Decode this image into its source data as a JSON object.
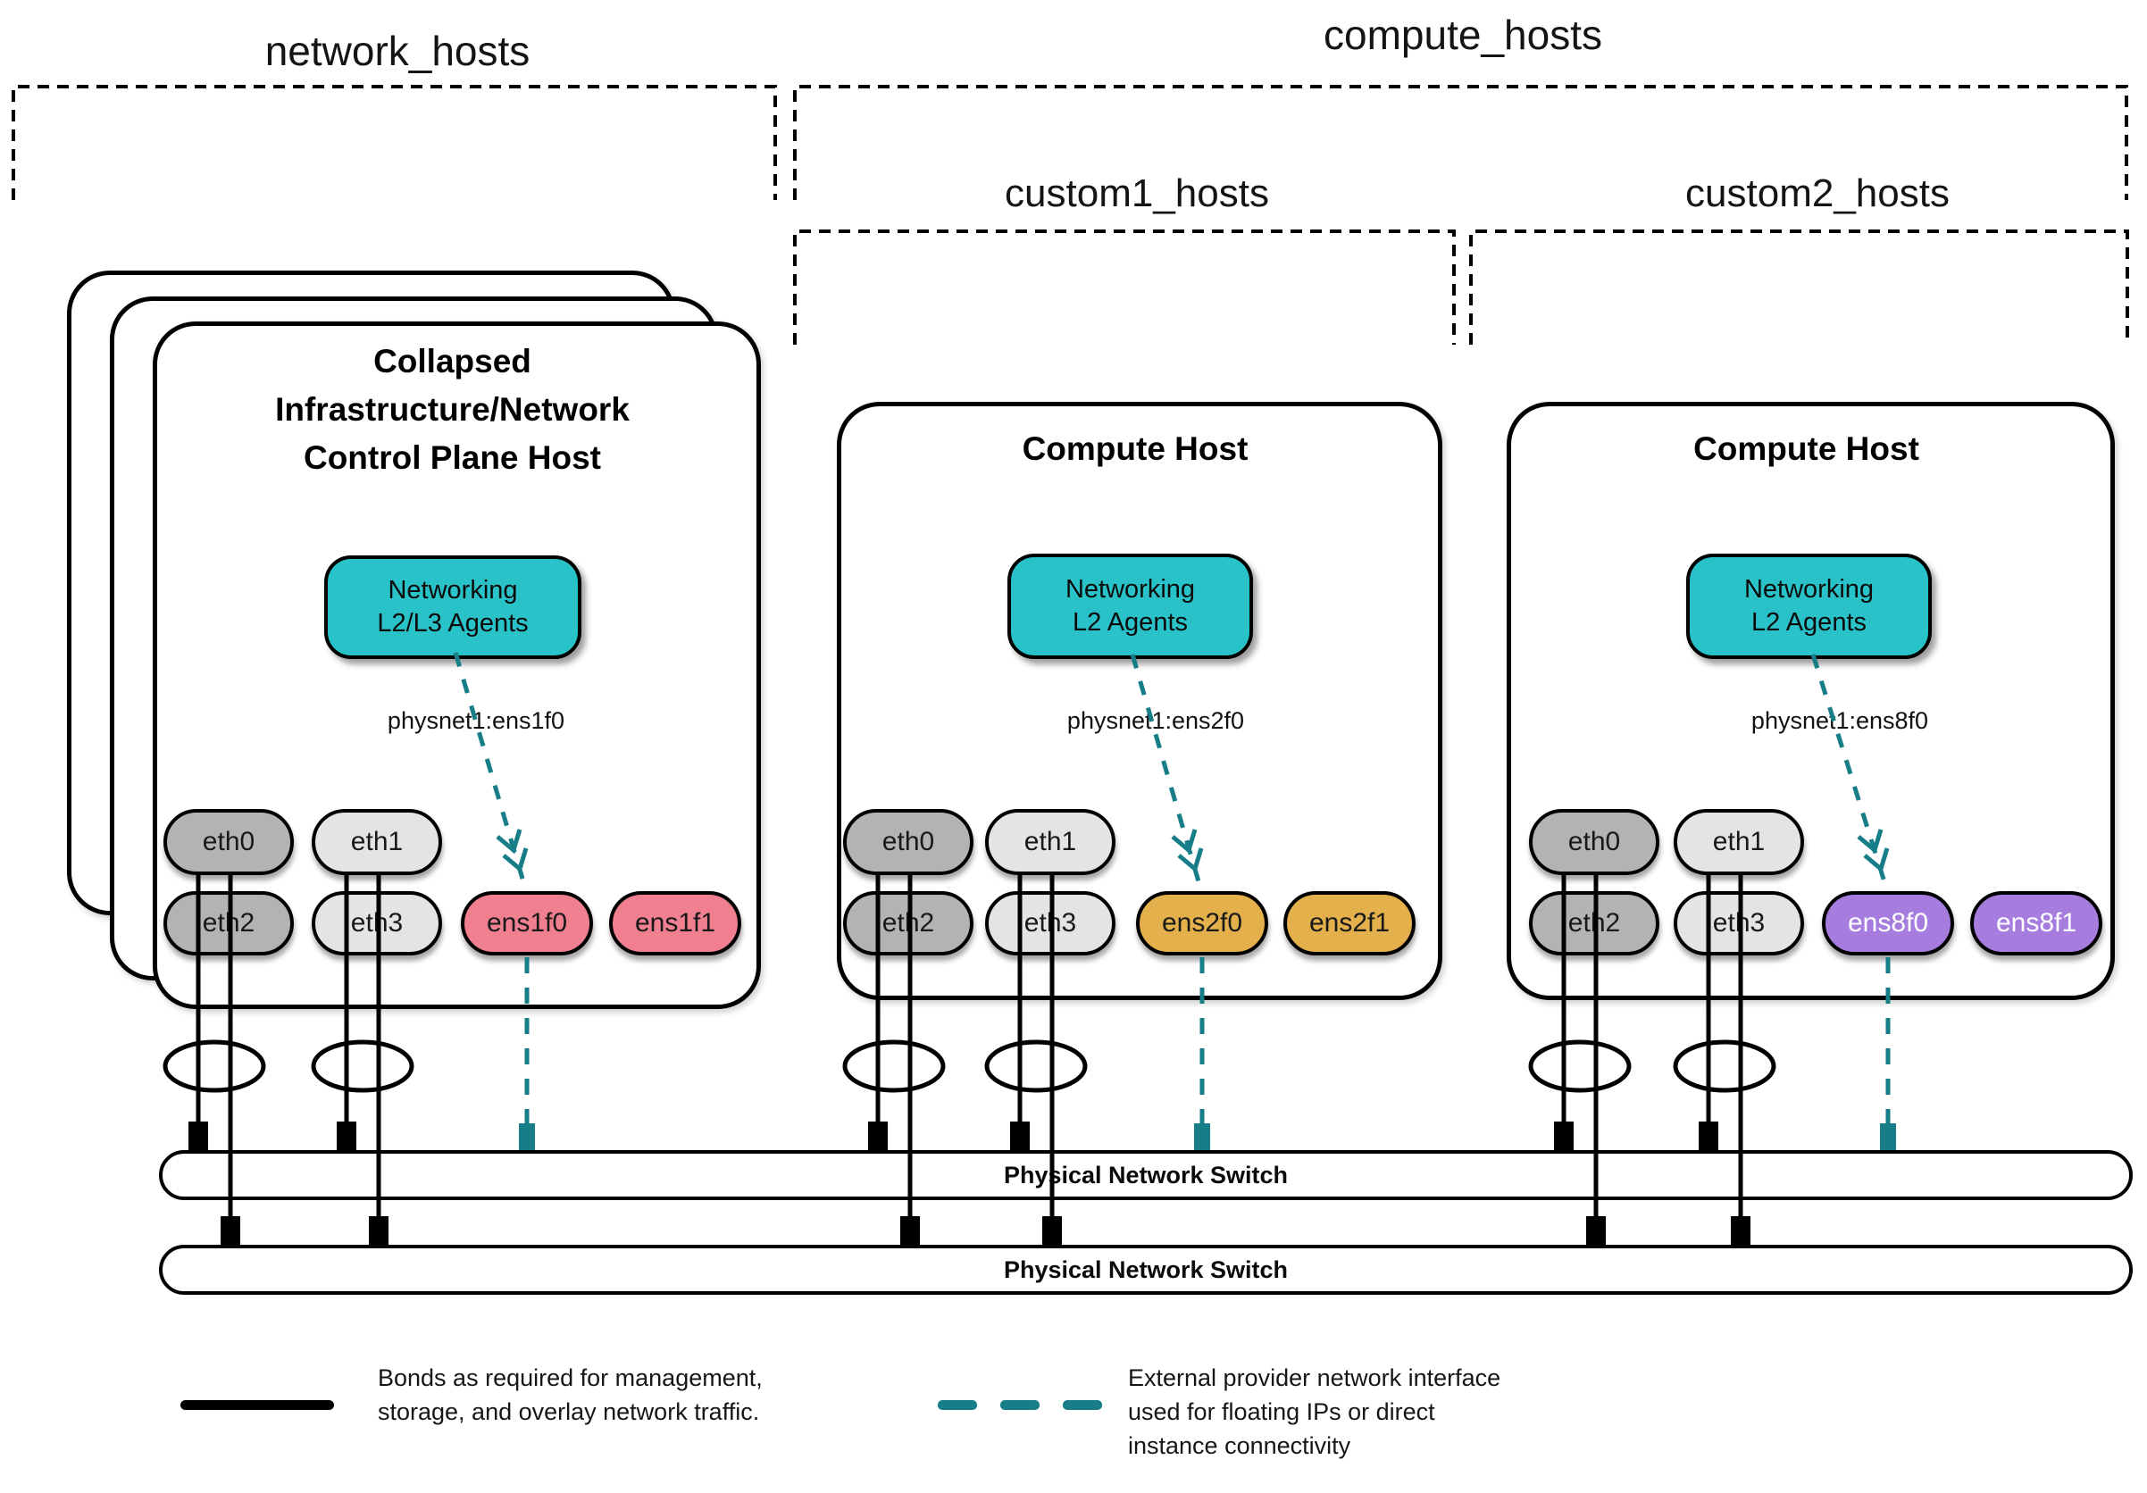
{
  "diagram": {
    "groups": {
      "network": {
        "label": "network_hosts"
      },
      "compute": {
        "label": "compute_hosts"
      },
      "custom1": {
        "label": "custom1_hosts"
      },
      "custom2": {
        "label": "custom2_hosts"
      }
    },
    "hosts": [
      {
        "title_lines": [
          "Collapsed",
          "Infrastructure/Network",
          "Control Plane Host"
        ],
        "agent_lines": [
          "Networking",
          "L2/L3 Agents"
        ],
        "physnet_label": "physnet1:ens1f0",
        "nics": [
          {
            "label": "eth0"
          },
          {
            "label": "eth1"
          },
          {
            "label": "eth2"
          },
          {
            "label": "eth3"
          },
          {
            "label": "ens1f0"
          },
          {
            "label": "ens1f1"
          }
        ]
      },
      {
        "title_lines": [
          "Compute Host"
        ],
        "agent_lines": [
          "Networking",
          "L2 Agents"
        ],
        "physnet_label": "physnet1:ens2f0",
        "nics": [
          {
            "label": "eth0"
          },
          {
            "label": "eth1"
          },
          {
            "label": "eth2"
          },
          {
            "label": "eth3"
          },
          {
            "label": "ens2f0"
          },
          {
            "label": "ens2f1"
          }
        ]
      },
      {
        "title_lines": [
          "Compute Host"
        ],
        "agent_lines": [
          "Networking",
          "L2 Agents"
        ],
        "physnet_label": "physnet1:ens8f0",
        "nics": [
          {
            "label": "eth0"
          },
          {
            "label": "eth1"
          },
          {
            "label": "eth2"
          },
          {
            "label": "eth3"
          },
          {
            "label": "ens8f0"
          },
          {
            "label": "ens8f1"
          }
        ]
      }
    ],
    "switches": [
      {
        "label": "Physical Network Switch"
      },
      {
        "label": "Physical Network Switch"
      }
    ],
    "legend": {
      "bond_lines": [
        "Bonds as required for management,",
        "storage, and overlay network traffic."
      ],
      "external_lines": [
        "External provider network interface",
        "used for floating IPs or direct",
        "instance connectivity"
      ]
    },
    "colors": {
      "agent_fill": "#29C2C9",
      "external_line_teal": "#177E87",
      "nic_dark_gray": "#B3B3B3",
      "nic_light_gray": "#E4E4E4",
      "nic_pink": "#F08090",
      "nic_gold": "#E3B04C",
      "nic_purple": "#A67CDF"
    }
  }
}
